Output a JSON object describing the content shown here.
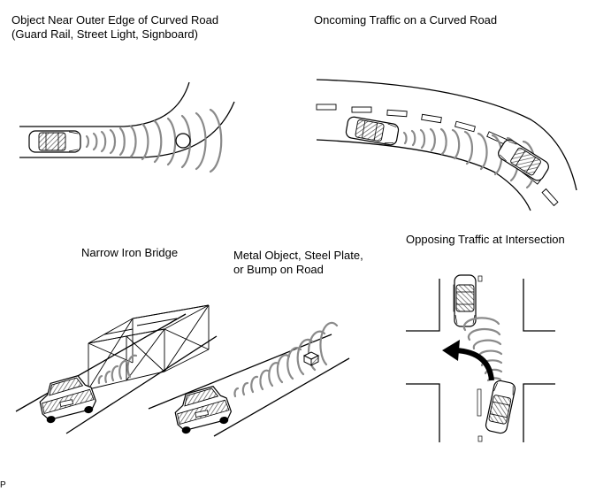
{
  "scenes": [
    {
      "id": "curved-edge",
      "lines": [
        "Object Near Outer Edge of Curved Road",
        "(Guard Rail, Street Light, Signboard)"
      ]
    },
    {
      "id": "oncoming-curve",
      "lines": [
        "Oncoming Traffic on a Curved Road"
      ]
    },
    {
      "id": "iron-bridge",
      "lines": [
        "Narrow Iron Bridge"
      ]
    },
    {
      "id": "metal-object",
      "lines": [
        "Metal Object, Steel Plate,",
        "or Bump on Road"
      ]
    },
    {
      "id": "intersection",
      "lines": [
        "Opposing Traffic at Intersection"
      ]
    }
  ],
  "corner_mark": "P",
  "colors": {
    "line": "#000000",
    "wave": "#8a8a8a",
    "hatch": "#555555",
    "background": "#ffffff"
  }
}
